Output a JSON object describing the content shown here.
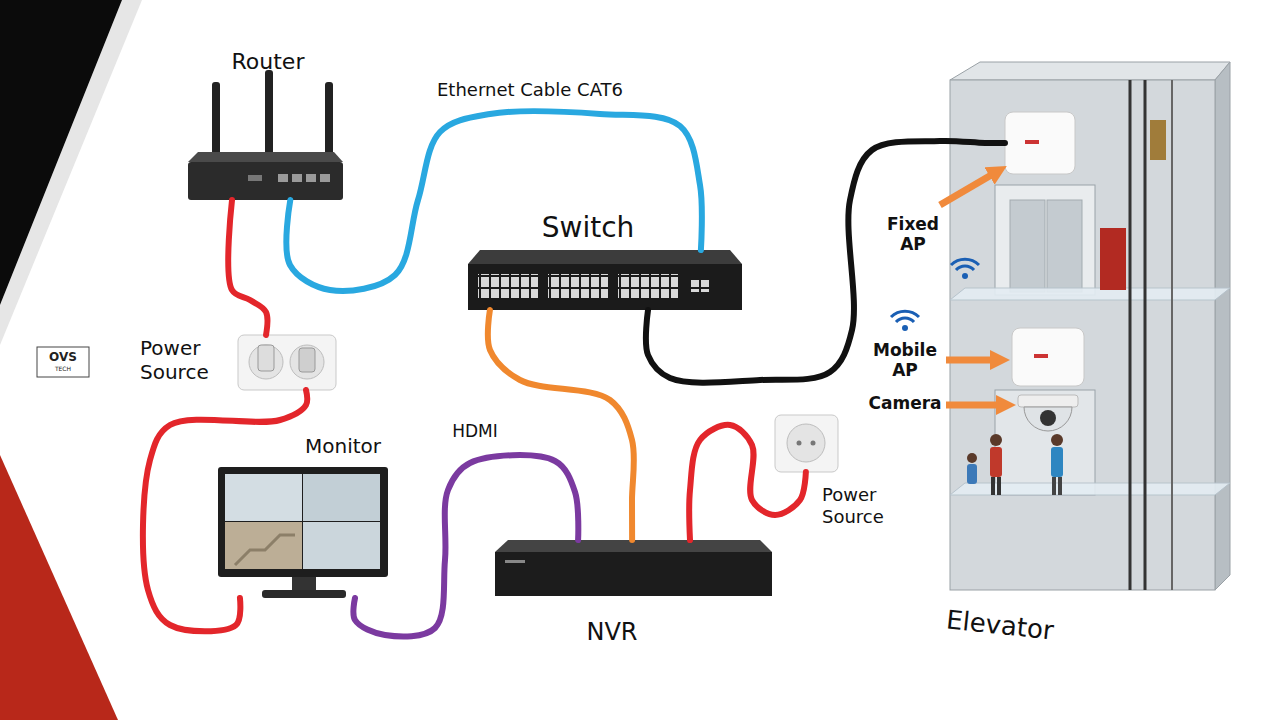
{
  "diagram": {
    "nodes": [
      {
        "text": [
          "Router"
        ]
      },
      {
        "text": [
          "Switch"
        ]
      },
      {
        "text": [
          "Power Source"
        ]
      },
      {
        "text": [
          "Monitor"
        ]
      },
      {
        "text": [
          "NVR"
        ]
      },
      {
        "text": [
          "Power Source"
        ]
      },
      {
        "text": [
          "Elevator"
        ]
      },
      {
        "text": [
          "Fixed AP"
        ],
        "in": 6
      },
      {
        "text": [
          "Mobile AP"
        ],
        "in": 6
      },
      {
        "text": [
          "Camera"
        ],
        "in": 6
      }
    ],
    "edges": [
      {
        "from": 0,
        "to": 1,
        "label": "Ethernet Cable CAT6",
        "arrow": "none"
      },
      {
        "from": 0,
        "to": 2,
        "arrow": "none"
      },
      {
        "from": 2,
        "to": 3,
        "arrow": "none"
      },
      {
        "from": 3,
        "to": 4,
        "label": "HDMI",
        "arrow": "none"
      },
      {
        "from": 1,
        "to": 4,
        "arrow": "none"
      },
      {
        "from": 1,
        "to": 7,
        "arrow": "none"
      },
      {
        "from": 4,
        "to": 5,
        "arrow": "none"
      }
    ],
    "labels": [
      "OVS",
      "TECH"
    ]
  }
}
